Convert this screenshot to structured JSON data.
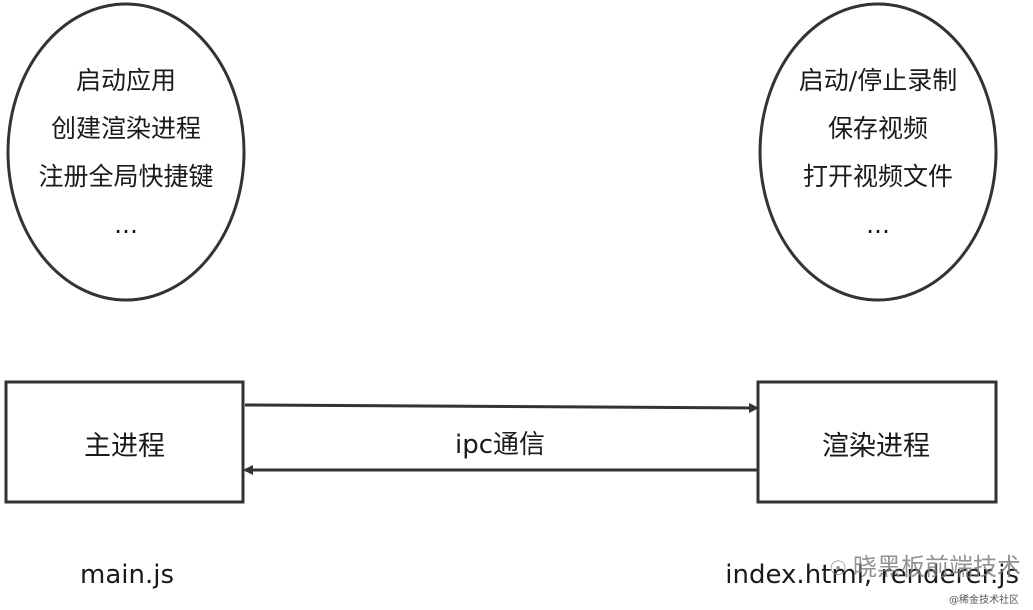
{
  "left_ellipse": {
    "lines": [
      "启动应用",
      "创建渲染进程",
      "注册全局快捷键",
      "..."
    ]
  },
  "right_ellipse": {
    "lines": [
      "启动/停止录制",
      "保存视频",
      "打开视频文件",
      "..."
    ]
  },
  "main_process": {
    "label": "主进程",
    "file": "main.js"
  },
  "renderer_process": {
    "label": "渲染进程",
    "file": "index.html, renderer.js"
  },
  "communication": {
    "label": "ipc通信"
  },
  "watermark": {
    "text": "晓黑板前端技术",
    "sub": "@稀金技术社区"
  },
  "colors": {
    "stroke": "#333333",
    "text": "#1a1a1a"
  }
}
